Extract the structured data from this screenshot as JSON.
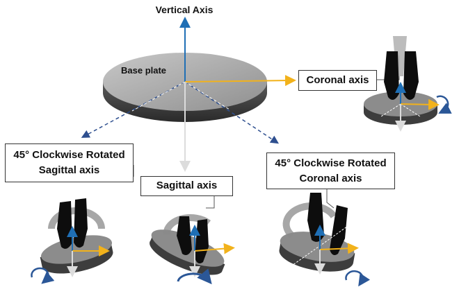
{
  "labels": {
    "vertical_axis": "Vertical Axis",
    "base_plate": "Base plate",
    "coronal_axis": "Coronal axis",
    "sagittal_axis": "Sagittal axis",
    "rot_sagittal_line1": "45° Clockwise Rotated",
    "rot_sagittal_line2": "Sagittal axis",
    "rot_coronal_line1": "45° Clockwise Rotated",
    "rot_coronal_line2": "Coronal axis"
  },
  "colors": {
    "vertical_axis": "#1f6fb5",
    "coronal_axis": "#f2b21b",
    "sagittal_axis": "#d9d9d9",
    "diagonal_axis": "#2e4f8f",
    "plate_top": "#a9a9a9",
    "plate_side": "#4a4a4a",
    "rotation_arrow": "#2b5797",
    "foot": "#0d0d0d"
  }
}
